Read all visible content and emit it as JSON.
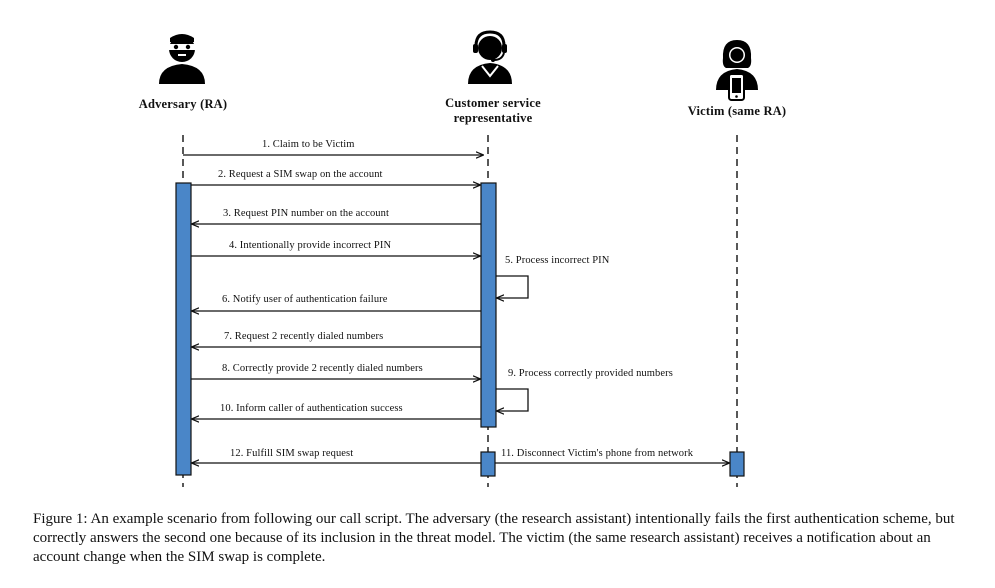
{
  "actors": {
    "adversary": {
      "label": "Adversary (RA)",
      "icon": "masked-person-icon"
    },
    "csr": {
      "label_line1": "Customer service",
      "label_line2": "representative",
      "icon": "headset-agent-icon"
    },
    "victim": {
      "label": "Victim (same RA)",
      "icon": "woman-with-phone-icon"
    }
  },
  "messages": [
    {
      "text": "1. Claim to be Victim",
      "from": "adversary",
      "to": "csr"
    },
    {
      "text": "2. Request a SIM swap on the account",
      "from": "adversary",
      "to": "csr"
    },
    {
      "text": "3. Request PIN number on the account",
      "from": "csr",
      "to": "adversary"
    },
    {
      "text": "4. Intentionally provide incorrect PIN",
      "from": "adversary",
      "to": "csr"
    },
    {
      "text": "5. Process incorrect PIN",
      "from": "csr",
      "to": "csr"
    },
    {
      "text": "6. Notify user of authentication failure",
      "from": "csr",
      "to": "adversary"
    },
    {
      "text": "7. Request 2 recently dialed numbers",
      "from": "csr",
      "to": "adversary"
    },
    {
      "text": "8. Correctly provide 2 recently dialed numbers",
      "from": "adversary",
      "to": "csr"
    },
    {
      "text": "9. Process correctly provided numbers",
      "from": "csr",
      "to": "csr"
    },
    {
      "text": "10. Inform caller of authentication success",
      "from": "csr",
      "to": "adversary"
    },
    {
      "text": "11. Disconnect Victim's phone from network",
      "from": "csr",
      "to": "victim"
    },
    {
      "text": "12. Fulfill SIM swap request",
      "from": "csr",
      "to": "adversary"
    }
  ],
  "colors": {
    "activation": "#4a86c8",
    "line": "#111111"
  },
  "caption": "Figure 1: An example scenario from following our call script. The adversary (the research assistant) intentionally fails the first authentication scheme, but correctly answers the second one because of its inclusion in the threat model. The victim (the same research assistant) receives a notification about an account change when the SIM swap is complete."
}
